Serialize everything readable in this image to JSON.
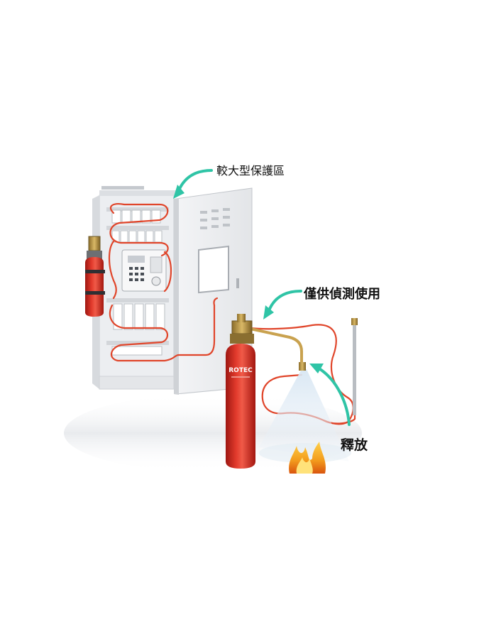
{
  "labels": {
    "large_protection_area": "較大型保護區",
    "detection_only": "僅供偵測使用",
    "release": "釋放"
  },
  "brand_text": "ROTEC",
  "colors": {
    "cylinder_red": "#d8261f",
    "tube_red": "#e0452a",
    "callout_arrow": "#2fc4a6",
    "cabinet": "#f1f2f4",
    "flame": "#f29a1c"
  },
  "icons": [
    "fire-icon",
    "fire-extinguisher-cylinder",
    "control-panel"
  ]
}
